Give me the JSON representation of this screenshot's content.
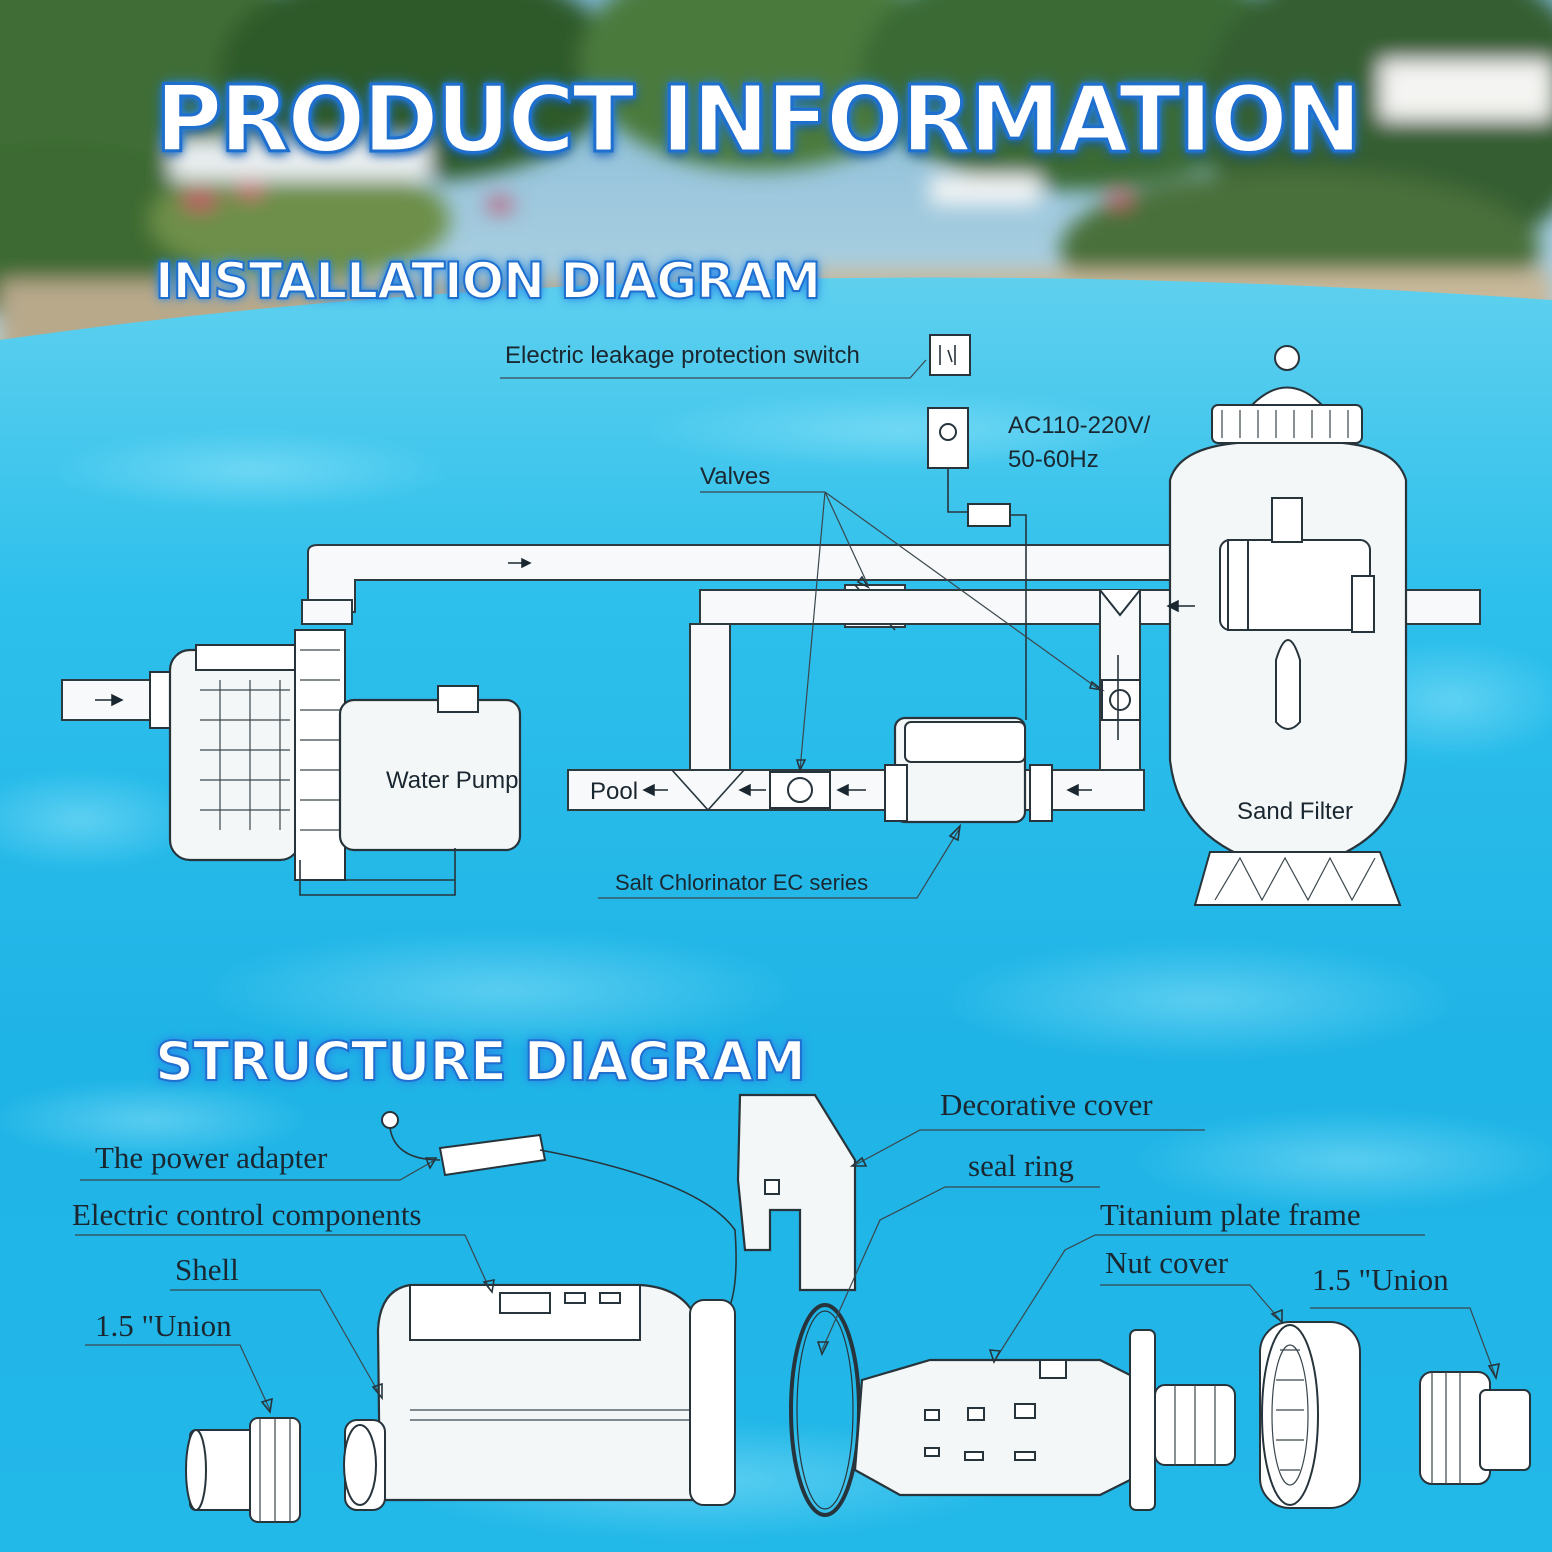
{
  "title": "PRODUCT INFORMATION",
  "installation": {
    "heading": "INSTALLATION DIAGRAM",
    "labels": {
      "leakage_switch": "Electric leakage protection switch",
      "voltage_line1": "AC110-220V/",
      "voltage_line2": "50-60Hz",
      "valves": "Valves",
      "water_pump": "Water Pump",
      "pool": "Pool",
      "sand_filter": "Sand Filter",
      "chlorinator": "Salt Chlorinator EC series"
    }
  },
  "structure": {
    "heading": "STRUCTURE DIAGRAM",
    "labels": {
      "power_adapter": "The power adapter",
      "electric_control": "Electric control components",
      "shell": "Shell",
      "union_left": "1.5 \"Union",
      "decorative_cover": "Decorative cover",
      "seal_ring": "seal ring",
      "titanium_frame": "Titanium plate frame",
      "nut_cover": "Nut cover",
      "union_right": "1.5 \"Union"
    }
  },
  "colors": {
    "heading_fill": "#ffffff",
    "heading_outline": "#1f6fcf",
    "water": "#23b6e6",
    "line_art": "#27343b"
  }
}
